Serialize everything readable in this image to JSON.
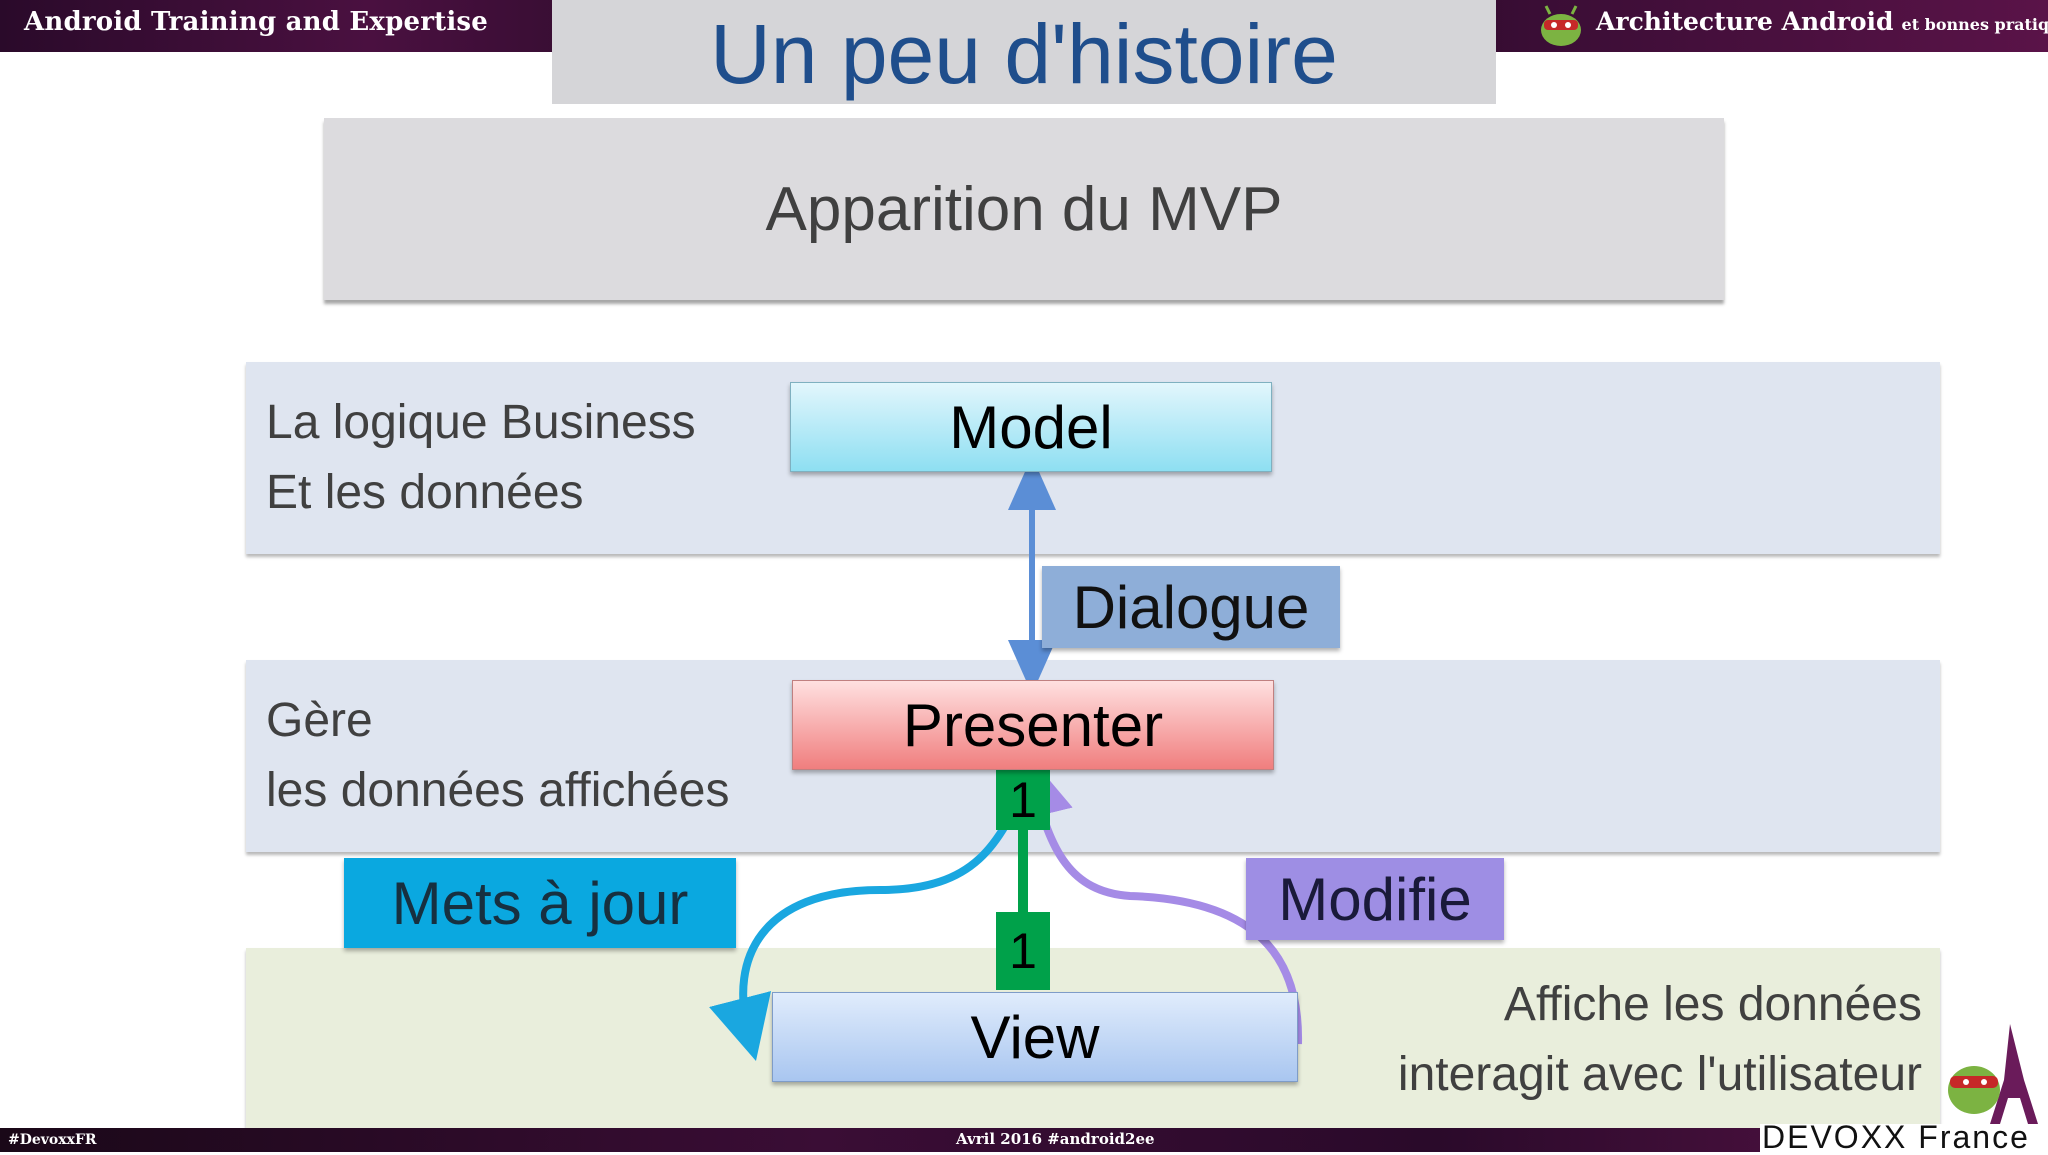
{
  "header": {
    "left_text": "Android Training and Expertise",
    "right_text": "Architecture Android",
    "right_small_text": "et bonnes pratiques"
  },
  "slide": {
    "title": "Un peu d'histoire",
    "subtitle": "Apparition du MVP"
  },
  "diagram": {
    "layers": {
      "model": {
        "line1": "La logique Business",
        "line2": "Et les données"
      },
      "presenter": {
        "line1": "Gère",
        "line2": "les données affichées"
      },
      "view": {
        "line1": "Affiche les données",
        "line2": "interagit avec l'utilisateur"
      }
    },
    "nodes": {
      "model": "Model",
      "presenter": "Presenter",
      "view": "View"
    },
    "connectors": {
      "dialogue": "Dialogue",
      "update": "Mets à jour",
      "modify": "Modifie",
      "multiplicity_top": "1",
      "multiplicity_bottom": "1"
    }
  },
  "footer": {
    "left_text": "#DevoxxFR",
    "center_text": "Avril 2016 #android2ee",
    "logo_text": "DEVOXX France"
  },
  "colors": {
    "title": "#1f4e8c",
    "dialogue_arrow": "#5b8ed6",
    "update_arrow": "#1aa7e0",
    "modify_arrow": "#a58be6",
    "multiplicity": "#00a14a"
  }
}
